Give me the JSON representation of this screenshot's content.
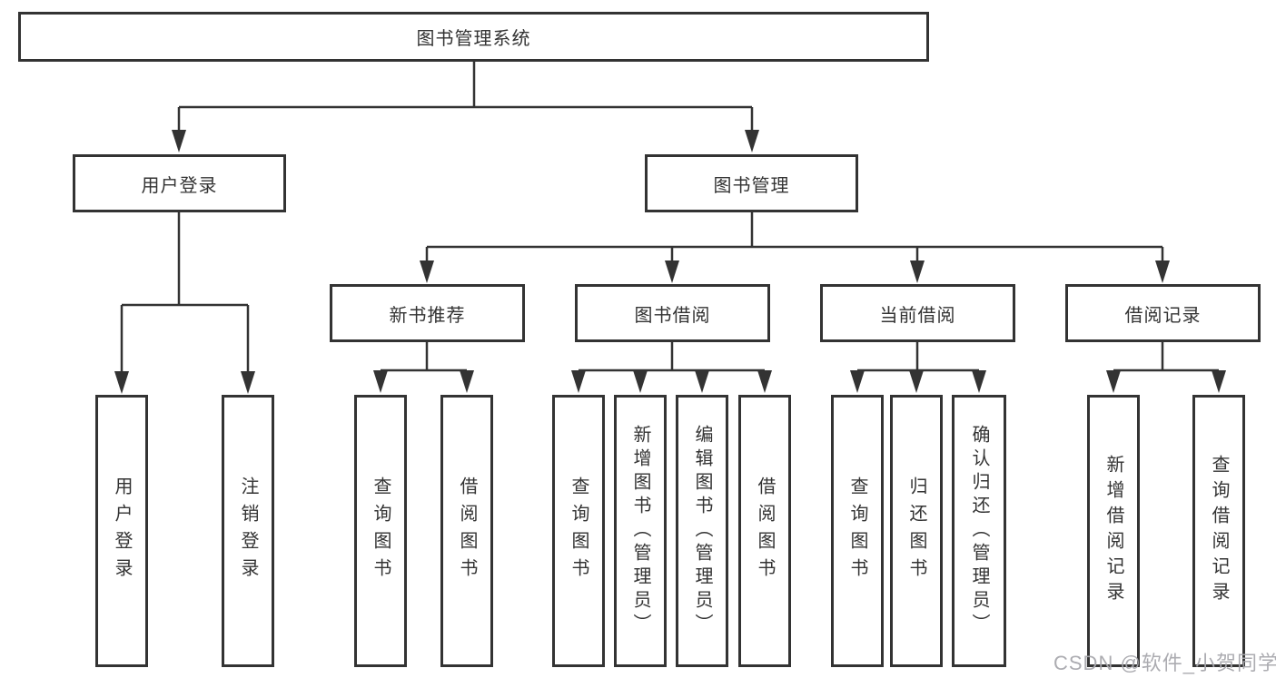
{
  "tree": {
    "root": {
      "label": "图书管理系统",
      "children": [
        {
          "label": "用户登录",
          "children": [
            {
              "label": "用户登录"
            },
            {
              "label": "注销登录"
            }
          ]
        },
        {
          "label": "图书管理",
          "children": [
            {
              "label": "新书推荐",
              "children": [
                {
                  "label": "查询图书"
                },
                {
                  "label": "借阅图书"
                }
              ]
            },
            {
              "label": "图书借阅",
              "children": [
                {
                  "label": "查询图书"
                },
                {
                  "label": "新增图书（管理员）"
                },
                {
                  "label": "编辑图书（管理员）"
                },
                {
                  "label": "借阅图书"
                }
              ]
            },
            {
              "label": "当前借阅",
              "children": [
                {
                  "label": "查询图书"
                },
                {
                  "label": "归还图书"
                },
                {
                  "label": "确认归还（管理员）"
                }
              ]
            },
            {
              "label": "借阅记录",
              "children": [
                {
                  "label": "新增借阅记录"
                },
                {
                  "label": "查询借阅记录"
                }
              ]
            }
          ]
        }
      ]
    }
  },
  "colors": {
    "line": "#333333",
    "box_background": "#ffffff",
    "text": "#333333",
    "watermark": "#a8a8ad"
  },
  "watermark": {
    "text": "CSDN @软件_小贺同学"
  }
}
